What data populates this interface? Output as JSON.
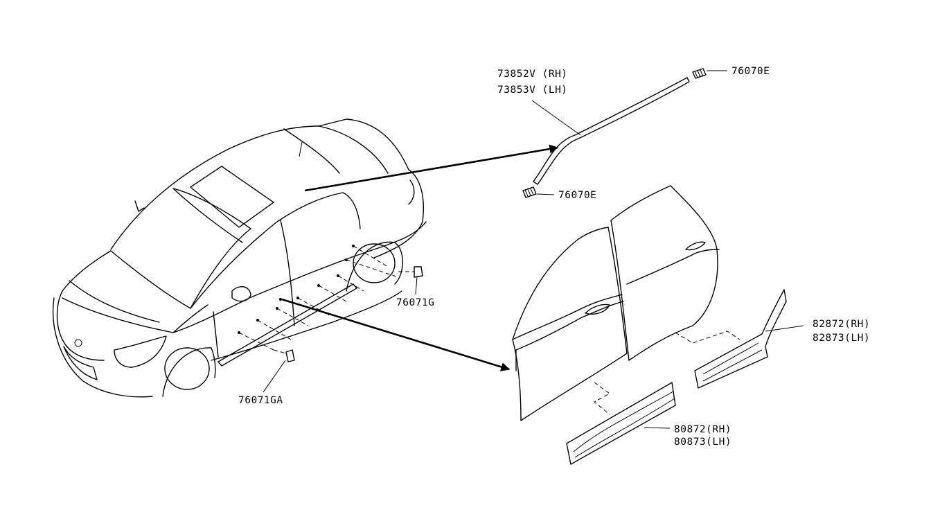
{
  "labels": {
    "molding_rh": "73852V (RH)",
    "molding_lh": "73853V (LH)",
    "clip_upper": "76070E",
    "clip_lower": "76070E",
    "clip_g": "76071G",
    "clip_ga": "76071GA",
    "rear_rh": "82872(RH)",
    "rear_lh": "82873(LH)",
    "front_rh": "80872(RH)",
    "front_lh": "80873(LH)"
  }
}
